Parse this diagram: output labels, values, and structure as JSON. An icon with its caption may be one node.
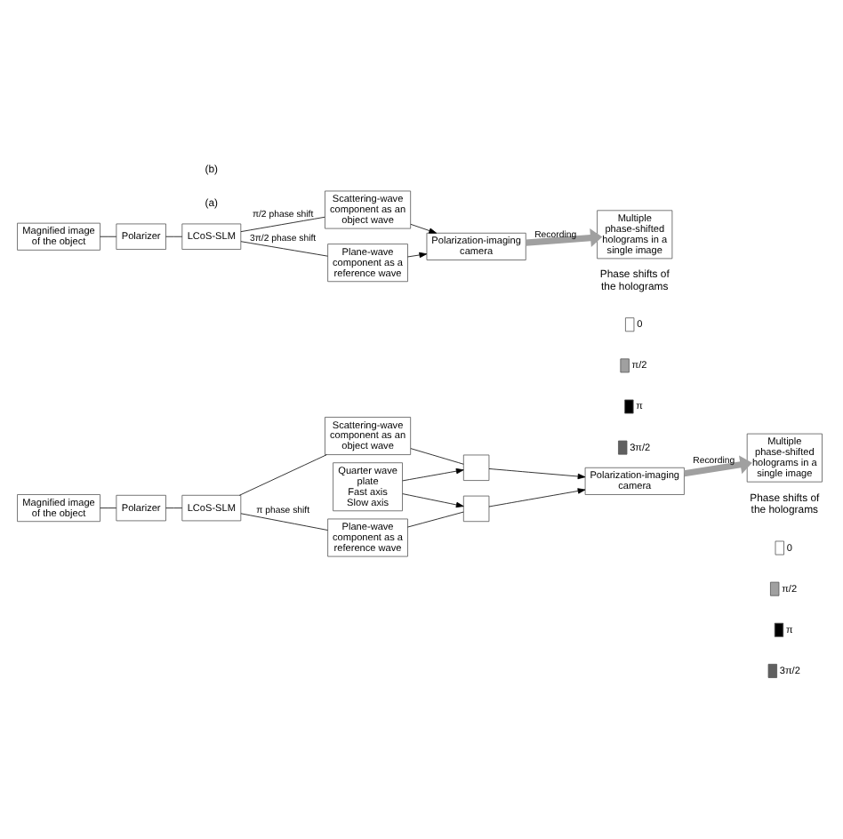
{
  "diagram": {
    "nodes": [
      {
        "text": [
          "Magnified image of the object"
        ]
      },
      {
        "text": [
          "Polarizer"
        ]
      },
      {
        "text": [
          "LCoS-SLM"
        ]
      },
      {
        "text": [
          "Scattering-wave component as an object wave"
        ]
      },
      {
        "text": [
          "Plane-wave component as a reference wave"
        ]
      },
      {
        "text": [
          "Quarter wave plate",
          "Fast axis",
          "Slow axis"
        ]
      },
      {
        "text": [],
        "shape": "box"
      },
      {
        "text": [],
        "shape": "box"
      },
      {
        "text": [
          "Polarization-imaging camera"
        ]
      },
      {
        "text": [
          "Multiple phase-shifted holograms in a single image"
        ]
      },
      {
        "text": [
          "Magnified image of the object"
        ]
      },
      {
        "text": [
          "Polarizer"
        ]
      },
      {
        "text": [
          "LCoS-SLM"
        ]
      },
      {
        "text": [
          "Scattering-wave component as an object wave"
        ]
      },
      {
        "text": [
          "Plane-wave component as a reference wave"
        ]
      },
      {
        "text": [
          "Polarization-imaging camera"
        ]
      },
      {
        "text": [
          "Multiple phase-shifted holograms in a single image"
        ]
      }
    ],
    "edges": [
      {
        "from": 0,
        "to": 1,
        "arrow": "none"
      },
      {
        "from": 1,
        "to": 2,
        "arrow": "none"
      },
      {
        "from": 2,
        "to": 3,
        "arrow": "none"
      },
      {
        "from": 2,
        "to": 4,
        "arrow": "none",
        "label": "π phase shift"
      },
      {
        "from": 3,
        "to": 6,
        "arrow": "none"
      },
      {
        "from": 4,
        "to": 7,
        "arrow": "none"
      },
      {
        "from": 5,
        "to": 6,
        "arrow": "to"
      },
      {
        "from": 5,
        "to": 7,
        "arrow": "to"
      },
      {
        "from": 6,
        "to": 8,
        "arrow": "to"
      },
      {
        "from": 7,
        "to": 8,
        "arrow": "to"
      },
      {
        "from": 8,
        "to": 9,
        "arrow": "to",
        "label": "Recording",
        "style": "thick",
        "color": "#a0a0a0"
      },
      {
        "from": 10,
        "to": 11,
        "arrow": "none"
      },
      {
        "from": 11,
        "to": 12,
        "arrow": "none"
      },
      {
        "from": 12,
        "to": 13,
        "arrow": "none",
        "label": "π/2 phase shift"
      },
      {
        "from": 12,
        "to": 14,
        "arrow": "none",
        "label": "3π/2 phase shift"
      },
      {
        "from": 13,
        "to": 15,
        "arrow": "to"
      },
      {
        "from": 14,
        "to": 15,
        "arrow": "to"
      },
      {
        "from": 15,
        "to": 16,
        "arrow": "to",
        "label": "Recording",
        "style": "thick",
        "color": "#a0a0a0"
      }
    ],
    "labels": [
      "Phase shifts of the holograms",
      "(a)",
      "Phase shifts of the holograms",
      "(b)"
    ],
    "legend": [
      {
        "text": "0",
        "color": "#ffffff"
      },
      {
        "text": "π/2",
        "color": "#a0a0a0"
      },
      {
        "text": "π",
        "color": "#000000"
      },
      {
        "text": "3π/2",
        "color": "#606060"
      },
      {
        "text": "0",
        "color": "#ffffff"
      },
      {
        "text": "π/2",
        "color": "#a0a0a0"
      },
      {
        "text": "π",
        "color": "#000000"
      },
      {
        "text": "3π/2",
        "color": "#606060"
      }
    ]
  }
}
